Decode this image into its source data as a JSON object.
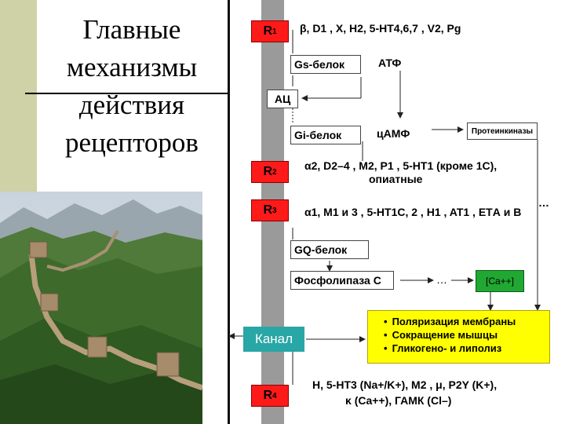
{
  "title": {
    "line1": "Главные",
    "line2": "механизмы",
    "line3": "действия",
    "line4": "рецепторов"
  },
  "receptors": {
    "r1": "R",
    "r1_sub": "1",
    "r2": "R",
    "r2_sub": "2",
    "r3": "R",
    "r3_sub": "3",
    "r4": "R",
    "r4_sub": "4"
  },
  "r1_ligands": "β, D1 , X, H2, 5-HT4,6,7 , V2, Pg",
  "gs_protein": "Gs-белок",
  "atf": "АТФ",
  "ac": "АЦ",
  "gi_protein": "Gi-белок",
  "camp": "цАМФ",
  "protein_kinases": "Протеинкиназы",
  "r2_ligands_line1": "α2, D2–4 , M2, P1 , 5-HT1 (кроме 1С),",
  "r2_ligands_line2": "опиатные",
  "r3_ligands": "α1, M1 и 3 , 5-HT1С, 2 , H1 , AT1 , ETА и В",
  "gq_protein": "GQ-белок",
  "phospholipase": "Фосфолипаза С",
  "dots1": "…",
  "dots2": "…",
  "ca": "[Ca++]",
  "canal": "Канал",
  "effects": [
    "Поляризация мембраны",
    "Сокращение мышцы",
    "Гликогено- и липолиз"
  ],
  "r4_ligands_line1": "H, 5-HT3 (Na+/K+), M2 , μ, P2Y (K+),",
  "r4_ligands_line2": "κ (Ca++), ГАМК (Cl–)",
  "colors": {
    "receptor": "#ff1a1a",
    "ca_box": "#21a832",
    "canal": "#29a6a6",
    "effects": "#ffff00",
    "membrane": "#9a9a9a",
    "stripe": "#cfd1a6"
  },
  "photo": "great-wall-of-china-photo"
}
